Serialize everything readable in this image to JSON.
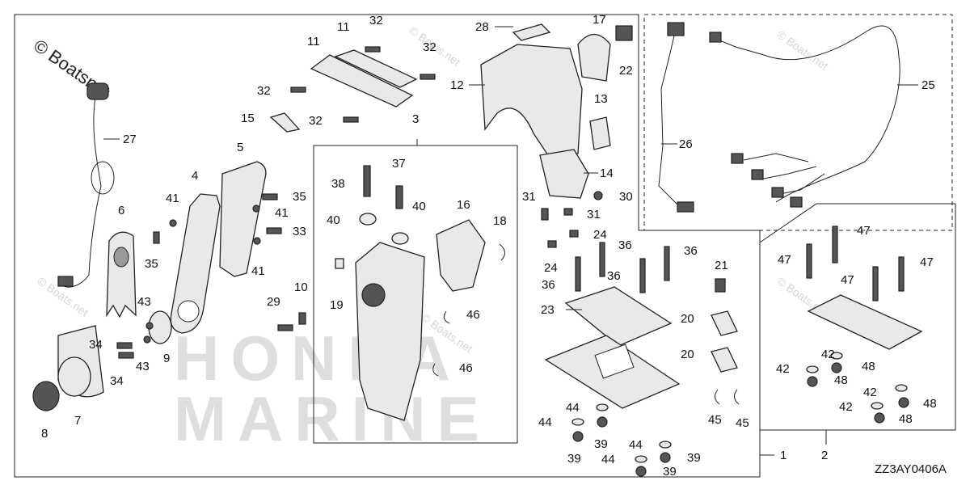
{
  "watermark": {
    "main": "© Boatsnet",
    "corner": "© Boats.net",
    "brand_line1": "HONDA",
    "brand_line2": "MARINE"
  },
  "diagram_code": "ZZ3AY0406A",
  "callouts": {
    "n1": "1",
    "n2": "2",
    "n3": "3",
    "n4": "4",
    "n5": "5",
    "n6": "6",
    "n7": "7",
    "n8": "8",
    "n9": "9",
    "n10": "10",
    "n11": "11",
    "n12": "12",
    "n13": "13",
    "n14": "14",
    "n15": "15",
    "n16": "16",
    "n17": "17",
    "n18": "18",
    "n19": "19",
    "n20": "20",
    "n21": "21",
    "n22": "22",
    "n23": "23",
    "n24": "24",
    "n25": "25",
    "n26": "26",
    "n27": "27",
    "n28": "28",
    "n29": "29",
    "n30": "30",
    "n31": "31",
    "n32": "32",
    "n33": "33",
    "n34": "34",
    "n35": "35",
    "n36": "36",
    "n37": "37",
    "n38": "38",
    "n39": "39",
    "n40": "40",
    "n41": "41",
    "n42": "42",
    "n43": "43",
    "n44": "44",
    "n45": "45",
    "n46": "46",
    "n47": "47",
    "n48": "48"
  }
}
